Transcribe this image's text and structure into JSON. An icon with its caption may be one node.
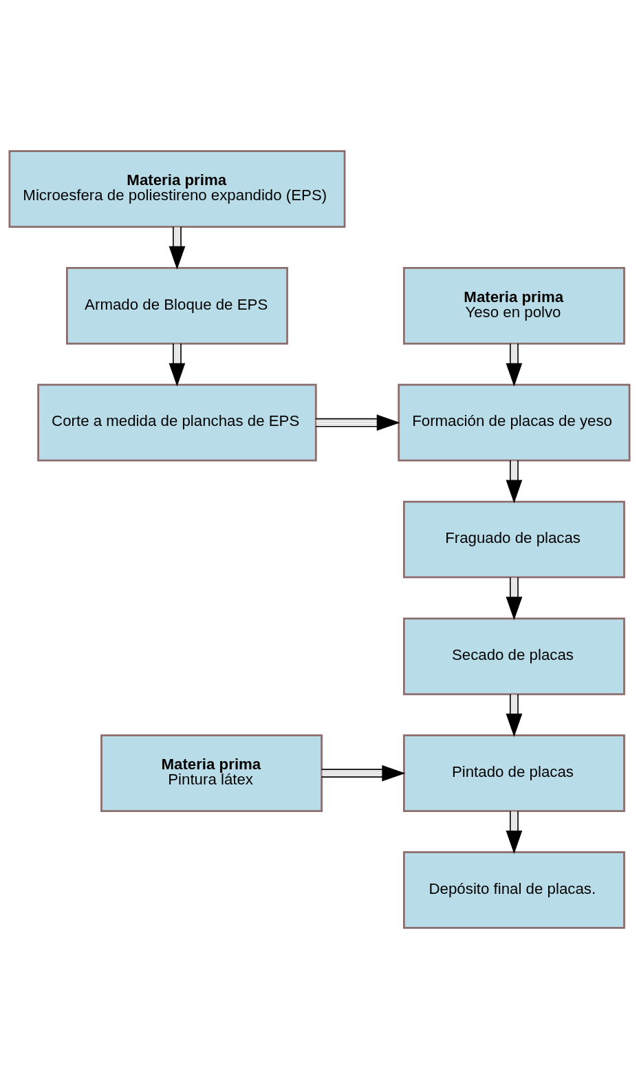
{
  "diagram": {
    "nodes": [
      {
        "text": [
          "Materia prima",
          "Microesfera de poliestireno expandido (EPS)"
        ]
      },
      {
        "text": [
          "Armado de Bloque de EPS"
        ]
      },
      {
        "text": [
          "Corte a medida de planchas de EPS"
        ]
      },
      {
        "text": [
          "Materia prima",
          "Yeso en polvo"
        ]
      },
      {
        "text": [
          "Formación de placas de yeso"
        ]
      },
      {
        "text": [
          "Fraguado de placas"
        ]
      },
      {
        "text": [
          "Secado de placas"
        ]
      },
      {
        "text": [
          "Materia prima",
          "Pintura látex"
        ]
      },
      {
        "text": [
          "Pintado de placas"
        ]
      },
      {
        "text": [
          "Depósito final de placas."
        ]
      }
    ],
    "edges": [
      {
        "from": 0,
        "to": 1,
        "arrow": "to"
      },
      {
        "from": 1,
        "to": 2,
        "arrow": "to"
      },
      {
        "from": 2,
        "to": 4,
        "arrow": "to"
      },
      {
        "from": 3,
        "to": 4,
        "arrow": "to"
      },
      {
        "from": 4,
        "to": 5,
        "arrow": "to"
      },
      {
        "from": 5,
        "to": 6,
        "arrow": "to"
      },
      {
        "from": 6,
        "to": 8,
        "arrow": "to"
      },
      {
        "from": 7,
        "to": 8,
        "arrow": "to"
      },
      {
        "from": 8,
        "to": 9,
        "arrow": "to"
      }
    ]
  }
}
